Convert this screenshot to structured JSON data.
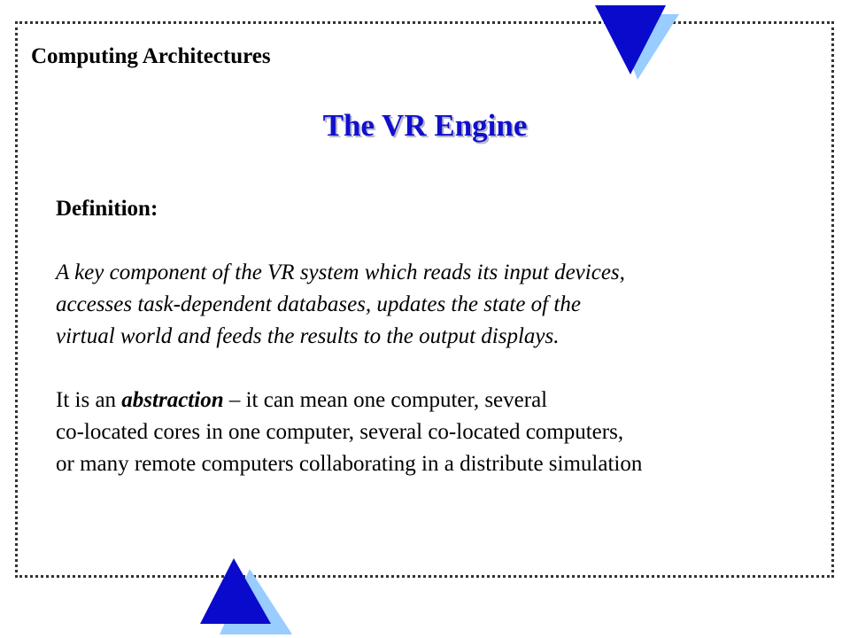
{
  "header": {
    "section_title": "Computing Architectures"
  },
  "slide": {
    "title": "The VR Engine",
    "definition_label": "Definition:",
    "definition_lines": [
      "A key component of the VR system which reads its input devices,",
      "accesses task-dependent databases, updates the state of the",
      "virtual world and feeds the results to the output displays."
    ],
    "abstraction_line1_before": "It is an ",
    "abstraction_keyword": "abstraction",
    "abstraction_line1_after": " – it can mean one computer, several",
    "abstraction_line2": "co-located cores in one computer, several co-located computers,",
    "abstraction_line3": "or many remote computers collaborating in a distribute simulation"
  },
  "colors": {
    "title": "#1010cc",
    "triangle_dark": "#0a0acc",
    "triangle_light": "#99ccff"
  },
  "decorations": {
    "top_icon": "down-triangle-icon",
    "bottom_icon": "up-triangle-icon"
  }
}
